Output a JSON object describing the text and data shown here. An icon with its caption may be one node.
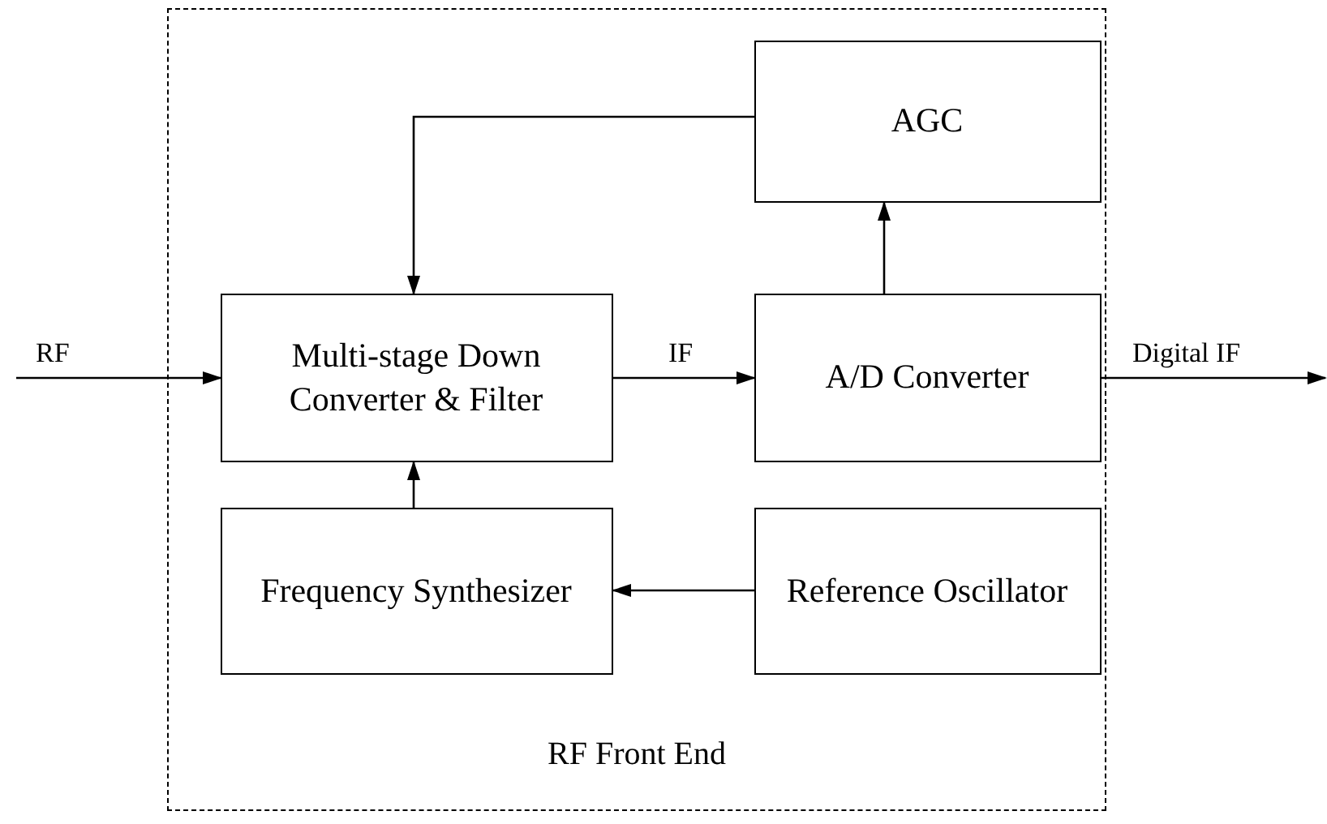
{
  "diagram": {
    "nodes": [
      {
        "text": [
          "RF Front End"
        ]
      },
      {
        "text": [
          "Multi-stage Down Converter & Filter"
        ],
        "in": 0
      },
      {
        "text": [
          "A/D Converter"
        ],
        "in": 0
      },
      {
        "text": [
          "AGC"
        ],
        "in": 0
      },
      {
        "text": [
          "Frequency Synthesizer"
        ],
        "in": 0
      },
      {
        "text": [
          "Reference Oscillator"
        ],
        "in": 0
      }
    ],
    "edges": [
      {
        "from": null,
        "to": 1,
        "arrow": "to",
        "label": "RF"
      },
      {
        "from": 1,
        "to": 2,
        "arrow": "to",
        "label": "IF"
      },
      {
        "from": 2,
        "to": null,
        "arrow": "to",
        "label": "Digital IF"
      },
      {
        "from": 2,
        "to": 3,
        "arrow": "to"
      },
      {
        "from": 3,
        "to": 1,
        "arrow": "to"
      },
      {
        "from": 4,
        "to": 1,
        "arrow": "to"
      },
      {
        "from": 5,
        "to": 4,
        "arrow": "to"
      }
    ]
  }
}
